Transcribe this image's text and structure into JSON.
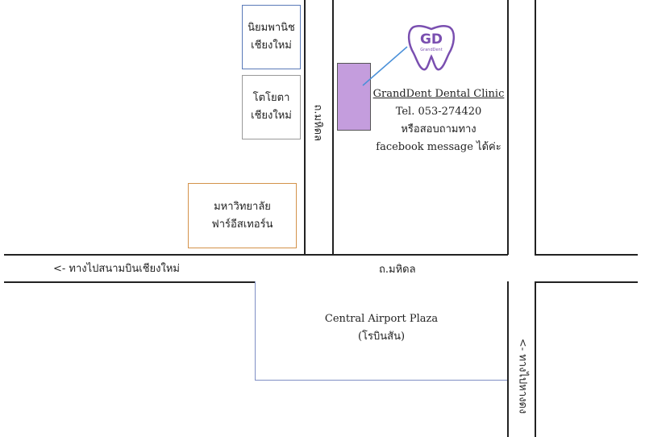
{
  "roads": {
    "main_road_label": "ถ.มหิดล",
    "side_road_label": "ถ.มหิดล",
    "to_airport": "<- ทางไปสนามบินเชียงใหม่",
    "to_hangdong": "<- ทางไปหางดง"
  },
  "landmarks": {
    "niyom": {
      "line1": "นิยมพานิช",
      "line2": "เชียงใหม่"
    },
    "toyota": {
      "line1": "โตโยตา",
      "line2": "เชียงใหม่"
    },
    "far_eastern": {
      "line1": "มหาวิทยาลัย",
      "line2": "ฟาร์อีสเทอร์น"
    },
    "central": {
      "line1": "Central Airport Plaza",
      "line2": "(โรบินสัน)"
    }
  },
  "clinic": {
    "logo_text": "GD",
    "logo_subtext": "GrandDent",
    "name": "GrandDent Dental Clinic",
    "tel": "Tel. 053-274420",
    "line3": "หรือสอบถามทาง",
    "line4": "facebook message ได้ค่ะ"
  },
  "colors": {
    "clinic_marker": "#c49ddd",
    "niyom_border": "#5a7ab8",
    "toyota_border": "#9a9a9a",
    "far_eastern_border": "#d4924a",
    "central_border": "#7f8fc4",
    "logo_purple": "#7a4fb0",
    "pointer_line": "#4a90d9"
  }
}
